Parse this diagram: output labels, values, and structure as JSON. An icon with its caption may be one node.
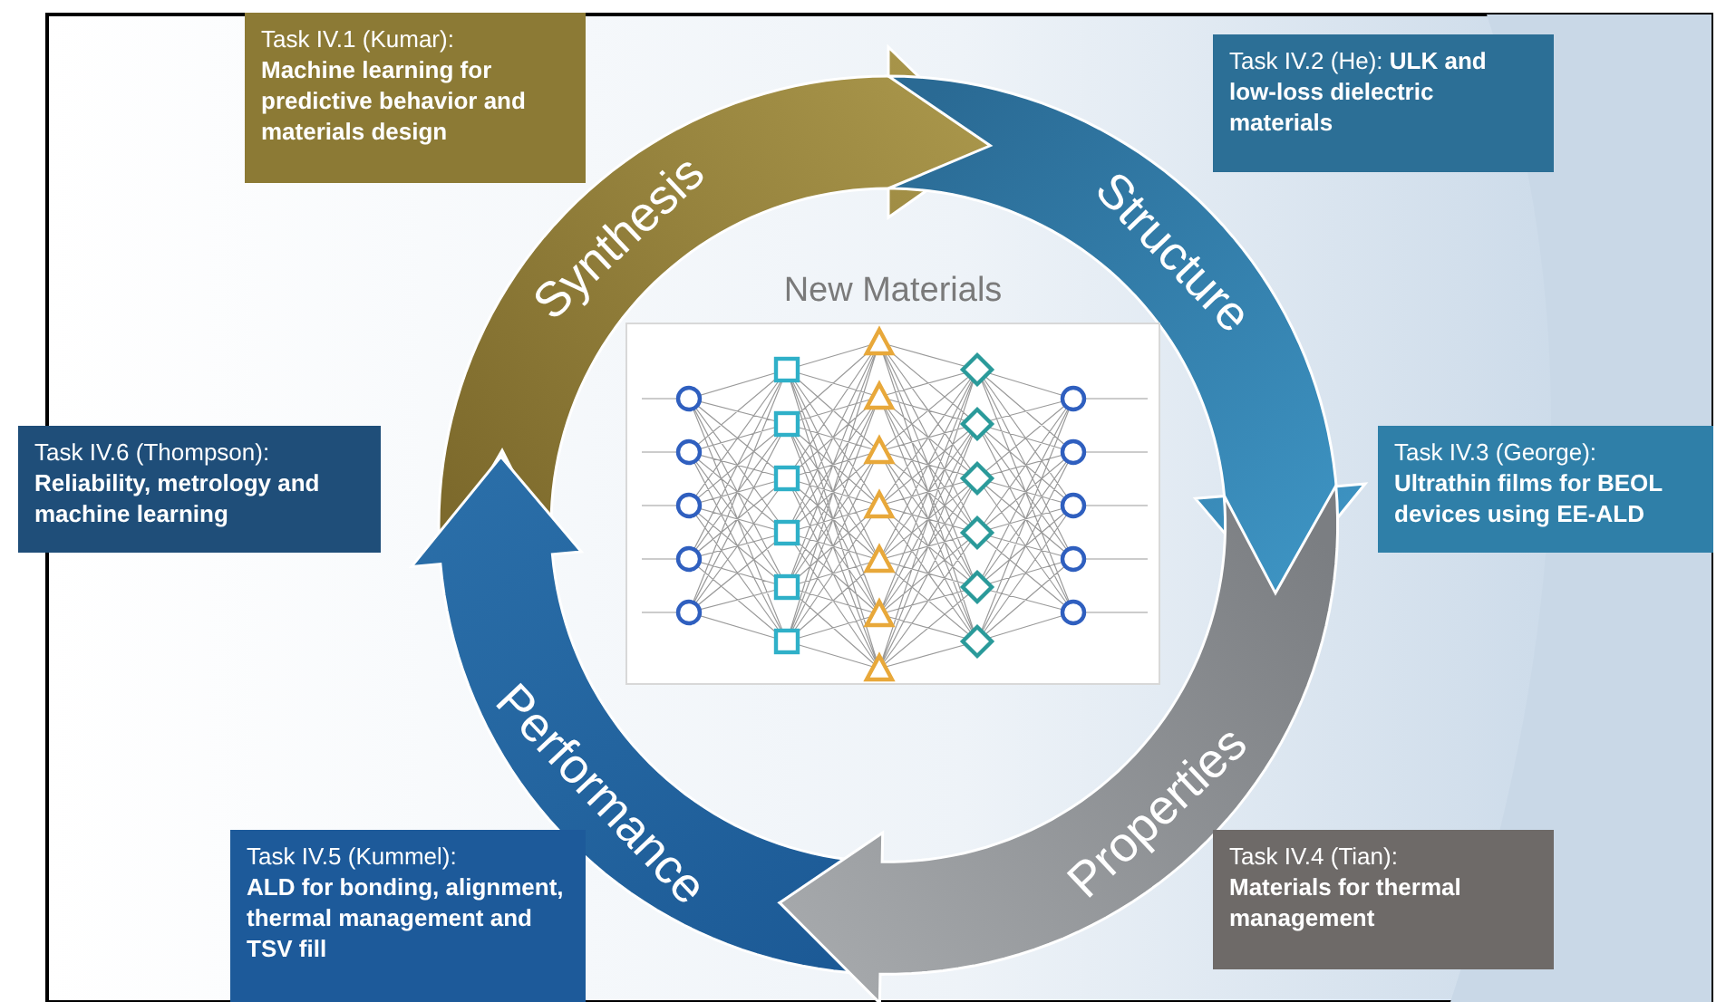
{
  "diagram": {
    "nodes": [
      {
        "text": [
          "Task IV.1 (Kumar):",
          "Machine learning for predictive behavior and materials design"
        ]
      },
      {
        "text": [
          "Task IV.2 (He):",
          "ULK and low-loss dielectric materials"
        ]
      },
      {
        "text": [
          "Synthesis"
        ]
      },
      {
        "text": [
          "Structure"
        ]
      },
      {
        "text": [
          "New Materials"
        ]
      },
      {
        "text": [
          "Task IV.6 (Thompson):",
          "Reliability, metrology and machine learning"
        ]
      },
      {
        "text": [
          "Task IV.3 (George):",
          "Ultrathin films for BEOL devices using EE-ALD"
        ]
      },
      {
        "text": [
          "Performance"
        ]
      },
      {
        "text": [
          "Properties"
        ]
      },
      {
        "text": [
          "Task IV.5 (Kummel):",
          "ALD for bonding, alignment, thermal management and TSV fill"
        ]
      },
      {
        "text": [
          "Task IV.4 (Tian):",
          "Materials for thermal management"
        ]
      }
    ]
  }
}
